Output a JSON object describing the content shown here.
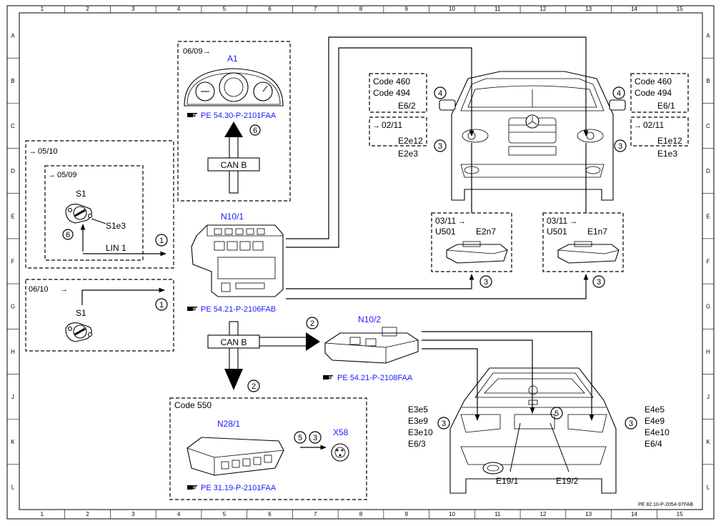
{
  "grid": {
    "columns": [
      "1",
      "2",
      "3",
      "4",
      "5",
      "6",
      "7",
      "8",
      "9",
      "10",
      "11",
      "12",
      "13",
      "14",
      "15"
    ],
    "rows": [
      "A",
      "B",
      "C",
      "D",
      "E",
      "F",
      "G",
      "H",
      "J",
      "K",
      "L"
    ]
  },
  "footer_ref": "PE 82.10-P-2054-97FAB",
  "a1": {
    "date": "06/09",
    "label": "A1",
    "ref": "PE 54.30-P-2101FAA",
    "num": "6",
    "bus": "CAN B"
  },
  "s1_outer": {
    "date": "05/10"
  },
  "s1_inner": {
    "date": "05/09",
    "label": "S1",
    "sub": "S1e3",
    "num6": "6",
    "lin": "LIN 1",
    "num1": "1"
  },
  "s1_lower": {
    "date": "06/10",
    "label": "S1",
    "num": "1"
  },
  "n10_1": {
    "label": "N10/1",
    "ref": "PE 54.21-P-2106FAB"
  },
  "can_b_lower": {
    "bus": "CAN B",
    "num_right": "2",
    "num_down": "2"
  },
  "n10_2": {
    "label": "N10/2",
    "ref": "PE 54.21-P-2108FAA"
  },
  "code550": {
    "title": "Code 550",
    "n28": "N28/1",
    "x58": "X58",
    "num5": "5",
    "num3": "3",
    "ref": "PE 31.19-P-2101FAA"
  },
  "left_codes": {
    "line1": "Code 460",
    "line2": "Code 494",
    "line3": "E6/2",
    "num": "4"
  },
  "left_dates": {
    "date": "02/11",
    "l1": "E2e12",
    "l2": "E2e3",
    "num": "3"
  },
  "right_codes": {
    "line1": "Code 460",
    "line2": "Code 494",
    "line3": "E6/1",
    "num": "4"
  },
  "right_dates": {
    "date": "02/11",
    "l1": "E1e12",
    "l2": "E1e3",
    "num": "3"
  },
  "u501_left": {
    "date": "03/11",
    "u": "U501",
    "e": "E2n7",
    "num": "3"
  },
  "u501_right": {
    "date": "03/11",
    "u": "U501",
    "e": "E1n7",
    "num": "3"
  },
  "rear_left": {
    "l1": "E3e5",
    "l2": "E3e9",
    "l3": "E3e10",
    "l4": "E6/3",
    "num": "3"
  },
  "rear_right": {
    "l1": "E4e5",
    "l2": "E4e9",
    "l3": "E4e10",
    "l4": "E6/4",
    "num": "3"
  },
  "rear_center": {
    "num": "5",
    "e19_1": "E19/1",
    "e19_2": "E19/2"
  },
  "icons": {
    "ref": "pointing-hand-icon",
    "arrow": "right-arrow-icon"
  }
}
